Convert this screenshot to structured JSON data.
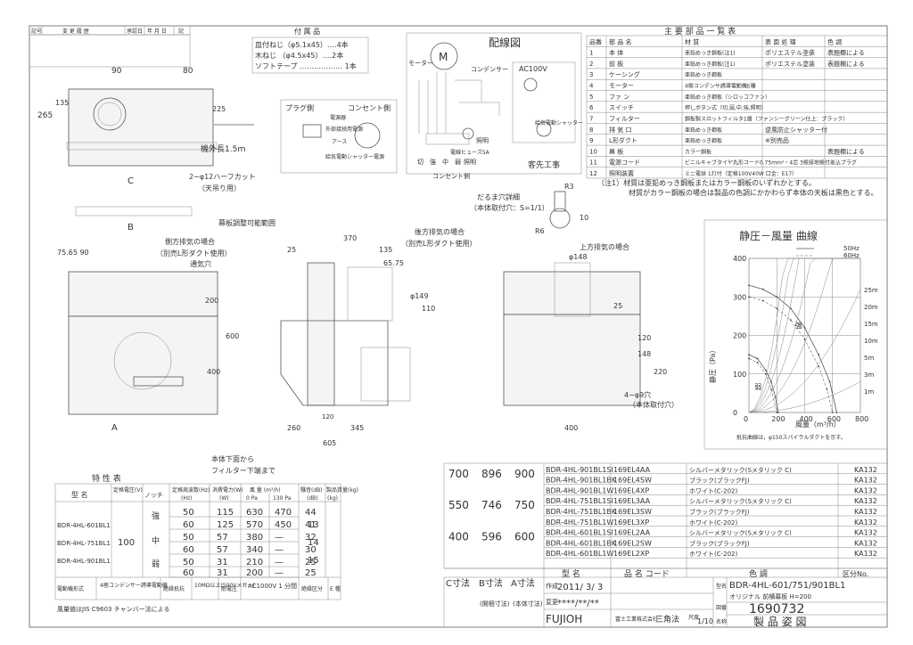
{
  "header": {
    "mark": "記号",
    "change": "変 更 履 歴",
    "approver": "承認日",
    "date": "年 月 日",
    "checker": "記"
  },
  "accessories": {
    "title": "付 属 品",
    "items": [
      "皿付ねじ（φ5.1x45）‥‥4本",
      "木ねじ （φ4.5x45）‥‥2本",
      "ソフトテープ ‥‥‥‥‥‥‥‥‥ 1本"
    ]
  },
  "wiring": {
    "title": "配線図",
    "motor": "M",
    "motor_label": "モーター",
    "capacitor": "コンデンサー",
    "ac": "AC100V",
    "fuse": "電線ヒューズ5A",
    "light": "照明",
    "light2": "照明",
    "shutter": "給気電動シャッター",
    "customer": "客先工事",
    "switches": [
      "切",
      "強",
      "中",
      "弱"
    ],
    "outlet": "コンセント側"
  },
  "plug": {
    "plug_side": "プラグ側",
    "outlet_side": "コンセント側",
    "labels": [
      "電源器",
      "外部接続用電源",
      "アース",
      "給気電動シャッター電源"
    ]
  },
  "parts_table": {
    "title": "主 要 部 品 一 覧 表",
    "headers": [
      "品番",
      "部 品 名",
      "材 質",
      "表 面 処 理",
      "色 調"
    ],
    "rows": [
      [
        "1",
        "本 体",
        "亜鉛めっき鋼板(注1)",
        "ポリエステル塗装",
        "表題欄による"
      ],
      [
        "2",
        "前 板",
        "亜鉛めっき鋼板(注1)",
        "ポリエステル塗装",
        "表題欄による"
      ],
      [
        "3",
        "ケーシング",
        "亜鉛めっき鋼板",
        "",
        ""
      ],
      [
        "4",
        "モーター",
        "4極コンデンサ誘導電動機E種",
        "",
        ""
      ],
      [
        "5",
        "ファ ン",
        "亜鉛めっき鋼板（シロッコファン）",
        "",
        ""
      ],
      [
        "6",
        "スイッチ",
        "押しボタン式（切,弱,中,強,照明）",
        "",
        ""
      ],
      [
        "7",
        "フィルター",
        "鋼板製スロットフィルタ1層（ファンシーグリーン仕上：ブラック）",
        "",
        ""
      ],
      [
        "8",
        "排 気 口",
        "亜鉛めっき鋼板",
        "逆風防止シャッター付",
        ""
      ],
      [
        "9",
        "L形ダクト",
        "亜鉛めっき鋼板",
        "※別売品",
        ""
      ],
      [
        "10",
        "幕 板",
        "カラー鋼板",
        "",
        "表題欄による"
      ],
      [
        "11",
        "電源コード",
        "ビニルキャブタイヤ丸形コード0.75mm²・4芯 3極接地極付差込プラグ",
        "",
        ""
      ],
      [
        "12",
        "照明装置",
        "ミニ電球 1灯付（定格100V40W 口金：E17）",
        "",
        ""
      ]
    ],
    "note1": "（注1）材質は亜鉛めっき鋼板またはカラー鋼板のいずれかとする。",
    "note2": "材質がカラー鋼板の場合は製品の色調にかかわらず本体の天板は黒色とする。"
  },
  "dims": {
    "d90": "90",
    "d80": "80",
    "d265": "265",
    "d135": "135",
    "d225": "225",
    "c": "C",
    "b": "B",
    "a": "A",
    "cord": "機外長1.5ｍ",
    "knockout": "2−φ12ハーフカット",
    "knockout2": "（天吊り用）",
    "d75": "75.65 90",
    "side_exhaust": "側方排気の場合",
    "side_exhaust2": "（別売L形ダクト使用）",
    "vent": "通気穴",
    "d200": "200",
    "d600": "600",
    "d400": "400",
    "maku": "幕板調整可能範囲",
    "d25": "25",
    "d370": "370",
    "d260": "260",
    "d345": "345",
    "d605": "605",
    "d135b": "135",
    "d6575": "65.75",
    "d149": "φ149",
    "d110": "110",
    "d120": "120",
    "rear": "後方排気の場合",
    "rear2": "（別売L形ダクト使用）",
    "bottom_note": "本体下面から",
    "bottom_note2": "フィルター下端まで",
    "hole": "だるま穴詳細",
    "hole2": "（本体取付穴：S=1/1）",
    "r6": "R6",
    "r3": "R3",
    "d10": "10",
    "top_exhaust": "上方排気の場合",
    "d148": "φ148",
    "d25b": "25",
    "d120b": "120",
    "d148b": "148",
    "d220": "220",
    "d400b": "400",
    "holes": "4−φ9穴",
    "holes2": "（本体取付穴）"
  },
  "chart_data": {
    "type": "line",
    "title": "静圧－風量 曲線",
    "xlabel": "風量（m³/h）",
    "ylabel": "静圧（Pa）",
    "xlim": [
      0,
      800
    ],
    "ylim": [
      0,
      400
    ],
    "x_ticks": [
      "0",
      "200",
      "400",
      "600",
      "800"
    ],
    "y_ticks": [
      "0",
      "100",
      "200",
      "300",
      "400"
    ],
    "legend": [
      "50Hz",
      "60Hz"
    ],
    "labels": [
      "強",
      "弱"
    ],
    "duct_labels": [
      "25m",
      "20m",
      "15m",
      "10m",
      "5m",
      "3m",
      "1m"
    ],
    "note": "抵抗曲線は，φ150スパイラルダクトを示す。",
    "series": [
      {
        "name": "50Hz",
        "x": [
          0,
          100,
          200,
          300,
          400,
          500,
          580,
          630
        ],
        "y": [
          330,
          320,
          300,
          270,
          220,
          150,
          80,
          0
        ]
      },
      {
        "name": "60Hz",
        "x": [
          0,
          100,
          200,
          300,
          400,
          500,
          560,
          600
        ],
        "y": [
          300,
          290,
          270,
          240,
          190,
          120,
          60,
          0
        ]
      },
      {
        "name": "",
        "x": [
          0,
          60,
          120,
          160,
          190,
          210
        ],
        "y": [
          150,
          140,
          110,
          80,
          40,
          0
        ]
      },
      {
        "name": "",
        "x": [
          0,
          60,
          120,
          160,
          200
        ],
        "y": [
          140,
          130,
          100,
          60,
          0
        ]
      }
    ]
  },
  "spec": {
    "title": "特 性 表",
    "headers": [
      "型 名",
      "定格電圧(V)",
      "ノッチ",
      "定格周波数(Hz)",
      "消費電力(W)",
      "風量0Pa",
      "風量130Pa",
      "騒音(dB)",
      "製品質量(kg)"
    ],
    "models": [
      "BDR-4HL-601BL1",
      "BDR-4HL-751BL1",
      "BDR-4HL-901BL1"
    ],
    "voltage": "100",
    "notch": [
      "強",
      "中",
      "弱"
    ],
    "rows": [
      [
        "50",
        "115",
        "630",
        "470",
        "44"
      ],
      [
        "60",
        "125",
        "570",
        "450",
        "41"
      ],
      [
        "50",
        "57",
        "380",
        "—",
        "32"
      ],
      [
        "60",
        "57",
        "340",
        "—",
        "30"
      ],
      [
        "50",
        "31",
        "210",
        "—",
        "25"
      ],
      [
        "60",
        "31",
        "200",
        "—",
        "25"
      ]
    ],
    "weights": [
      "13",
      "14",
      "15"
    ],
    "hz_col": "(Hz)",
    "w_col": "(W)",
    "db_col": "(dB)",
    "kg_col": "(kg)",
    "m3_col": "風 量 (m³/h)",
    "pa0": "0 Pa",
    "pa130": "130 Pa",
    "motor_type": "電動機形式",
    "motor_val": "4極コンデンサー誘導電動機",
    "insulation": "絶縁抵抗",
    "insulation_val": "10MΩ以上(500Vメガー)",
    "withstand": "耐電圧",
    "withstand_val": "AC1000V 1 分間",
    "class": "絶縁区分",
    "class_val": "E 種",
    "footnote": "風量値はJIS C9603 チャンバー法による"
  },
  "model_table": {
    "rows": [
      [
        "700",
        "896",
        "900",
        "BDR-4HL-901BL1SI",
        "169EL4AA",
        "シルバーメタリック(Sメタリック C)",
        "KA132"
      ],
      [
        "",
        "",
        "",
        "BDR-4HL-901BL1BK",
        "169EL4SW",
        "ブラック(ブラックFJ)",
        "KA132"
      ],
      [
        "",
        "",
        "",
        "BDR-4HL-901BL1W",
        "169EL4XP",
        "ホワイト(C-202)",
        "KA132"
      ],
      [
        "550",
        "746",
        "750",
        "BDR-4HL-751BL1SI",
        "169EL3AA",
        "シルバーメタリック(Sメタリック C)",
        "KA132"
      ],
      [
        "",
        "",
        "",
        "BDR-4HL-751BL1BK",
        "169EL3SW",
        "ブラック(ブラックFJ)",
        "KA132"
      ],
      [
        "",
        "",
        "",
        "BDR-4HL-751BL1W",
        "169EL3XP",
        "ホワイト(C-202)",
        "KA132"
      ],
      [
        "400",
        "596",
        "600",
        "BDR-4HL-601BL1SI",
        "169EL2AA",
        "シルバーメタリック(Sメタリック C)",
        "KA132"
      ],
      [
        "",
        "",
        "",
        "BDR-4HL-601BL1BK",
        "169EL2SW",
        "ブラック(ブラックFJ)",
        "KA132"
      ],
      [
        "",
        "",
        "",
        "BDR-4HL-601BL1W",
        "169EL2XP",
        "ホワイト(C-202)",
        "KA132"
      ]
    ],
    "headers": [
      "型 名",
      "品 名 コード",
      "色 調",
      "区分No."
    ],
    "dim_headers": [
      "C寸法",
      "B寸法",
      "A寸法"
    ]
  },
  "title_block": {
    "date_label": "作成",
    "date": "2011/ 3/ 3",
    "dim_label1": "(開梱寸法)",
    "dim_label2": "(本体寸法)",
    "change_label": "変更",
    "change": "****/**/**",
    "model": "BDR-4HL-601/751/901BL1",
    "sub": "オリジナル 前横幕板 H=200",
    "number": "1690732",
    "brand": "FUJIOH",
    "company": "富士工業株式会社",
    "projection": "三角法",
    "scale_label": "尺度",
    "scale": "1/10",
    "doc_title": "製 品 姿 図",
    "side_labels": [
      "型名",
      "図番",
      "名称"
    ]
  }
}
